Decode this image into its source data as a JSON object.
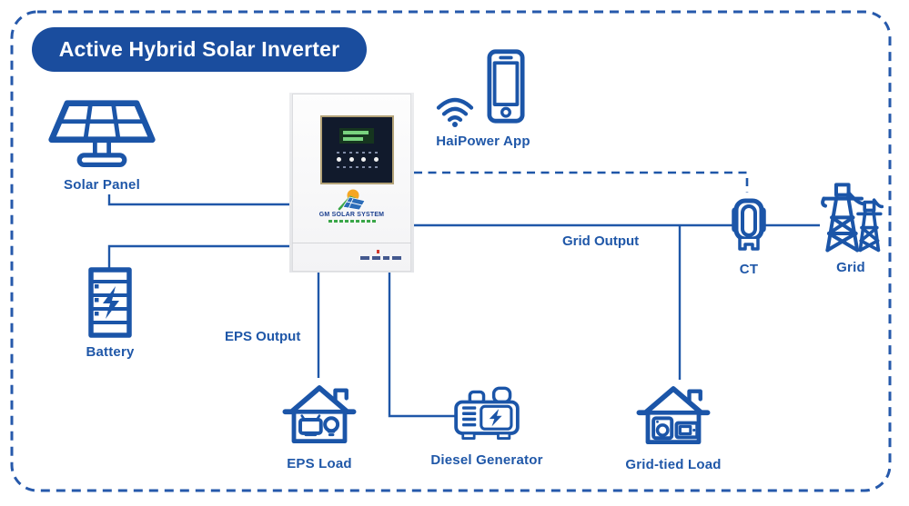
{
  "title": "Active Hybrid Solar Inverter",
  "colors": {
    "primary_icon_blue": "#1b55a8",
    "line_blue": "#1f57a8",
    "title_pill_bg": "#1a4d9e",
    "title_text": "#ffffff",
    "border_dashed_blue": "#2659ab",
    "background": "#ffffff"
  },
  "nodes": {
    "solar_panel": {
      "label": "Solar Panel",
      "icon": "solar-panel-icon"
    },
    "battery": {
      "label": "Battery",
      "icon": "battery-icon"
    },
    "haipower_app": {
      "label": "HaiPower App",
      "icons": [
        "wifi-icon",
        "smartphone-icon"
      ]
    },
    "ct": {
      "label": "CT",
      "icon": "current-transformer-icon"
    },
    "grid": {
      "label": "Grid",
      "icon": "transmission-tower-icon"
    },
    "eps_load": {
      "label": "EPS Load",
      "icon": "house-tv-bulb-icon"
    },
    "diesel_generator": {
      "label": "Diesel Generator",
      "icon": "generator-icon"
    },
    "grid_tied_load": {
      "label": "Grid-tied Load",
      "icon": "house-appliances-icon"
    }
  },
  "edge_labels": {
    "eps_output": "EPS Output",
    "grid_output": "Grid Output"
  },
  "inverter": {
    "brand": "GM SOLAR SYSTEM"
  },
  "connections": [
    {
      "from": "solar_panel",
      "to": "inverter",
      "style": "solid"
    },
    {
      "from": "battery",
      "to": "inverter",
      "style": "solid"
    },
    {
      "from": "inverter",
      "to": "eps_load",
      "style": "solid",
      "label": "EPS Output"
    },
    {
      "from": "inverter",
      "to": "diesel_generator",
      "style": "solid"
    },
    {
      "from": "inverter",
      "to": "ct",
      "style": "solid",
      "label": "Grid Output"
    },
    {
      "from": "grid_output_line",
      "to": "grid_tied_load",
      "style": "solid"
    },
    {
      "from": "ct",
      "to": "grid",
      "style": "solid"
    },
    {
      "from": "inverter",
      "to": "ct",
      "style": "dashed",
      "meaning": "wireless-monitoring"
    }
  ]
}
